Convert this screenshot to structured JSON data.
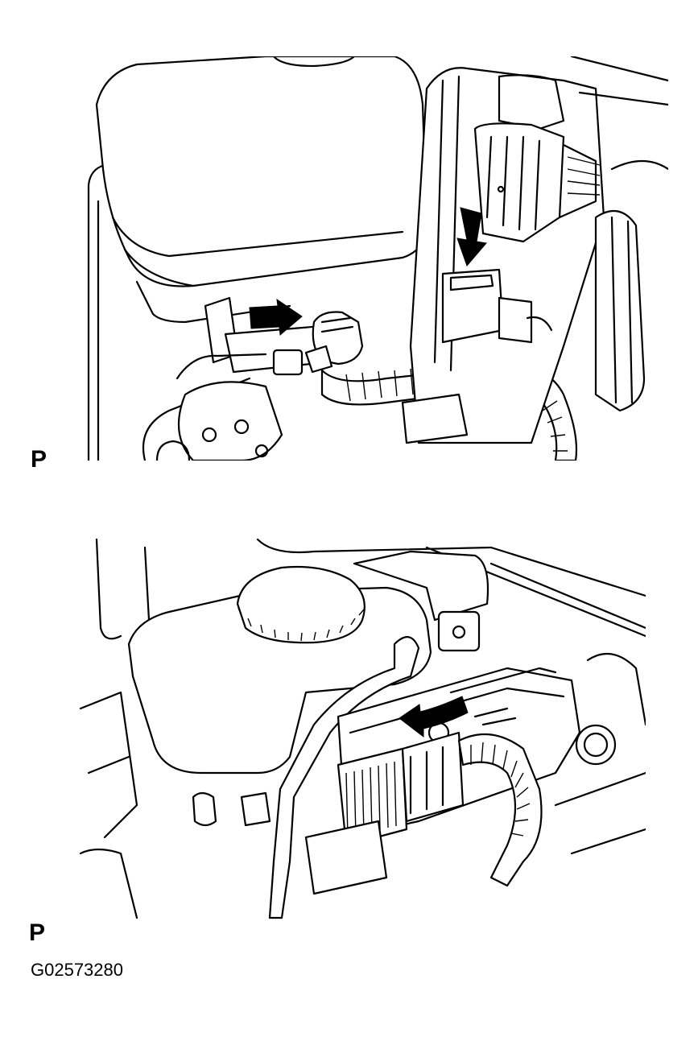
{
  "figure": {
    "view_label_top": "P",
    "view_label_bottom": "P",
    "figure_code": "G02573280"
  },
  "colors": {
    "line": "#000000",
    "background": "#ffffff"
  },
  "icons": [
    "disconnect-arrow-icon"
  ]
}
